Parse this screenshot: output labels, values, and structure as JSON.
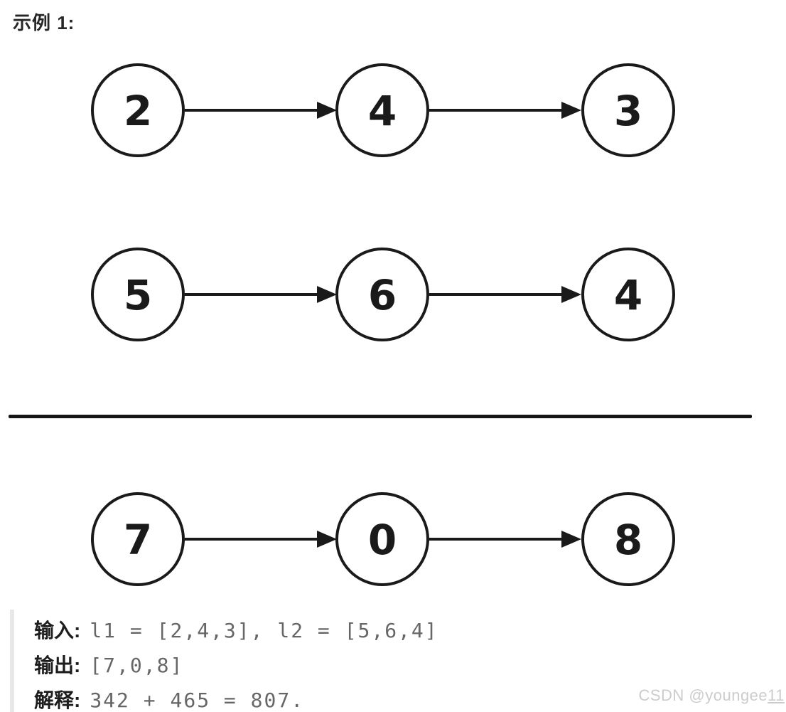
{
  "title": "示例 1:",
  "diagram": {
    "rows": [
      {
        "values": [
          "2",
          "4",
          "3"
        ]
      },
      {
        "values": [
          "5",
          "6",
          "4"
        ]
      },
      {
        "values": [
          "7",
          "0",
          "8"
        ]
      }
    ]
  },
  "io": {
    "input_label": "输入:",
    "input_value": "l1 = [2,4,3], l2 = [5,6,4]",
    "output_label": "输出:",
    "output_value": "[7,0,8]",
    "explain_label": "解释:",
    "explain_value": "342 + 465 = 807."
  },
  "watermark": {
    "prefix": "CSDN @youngee",
    "suffix": "11"
  },
  "colors": {
    "ink": "#1a1a1a",
    "value_gray": "#666666",
    "watermark_gray": "#cccccc",
    "divider": "#161616",
    "quote_bar": "#e8e8e8"
  }
}
